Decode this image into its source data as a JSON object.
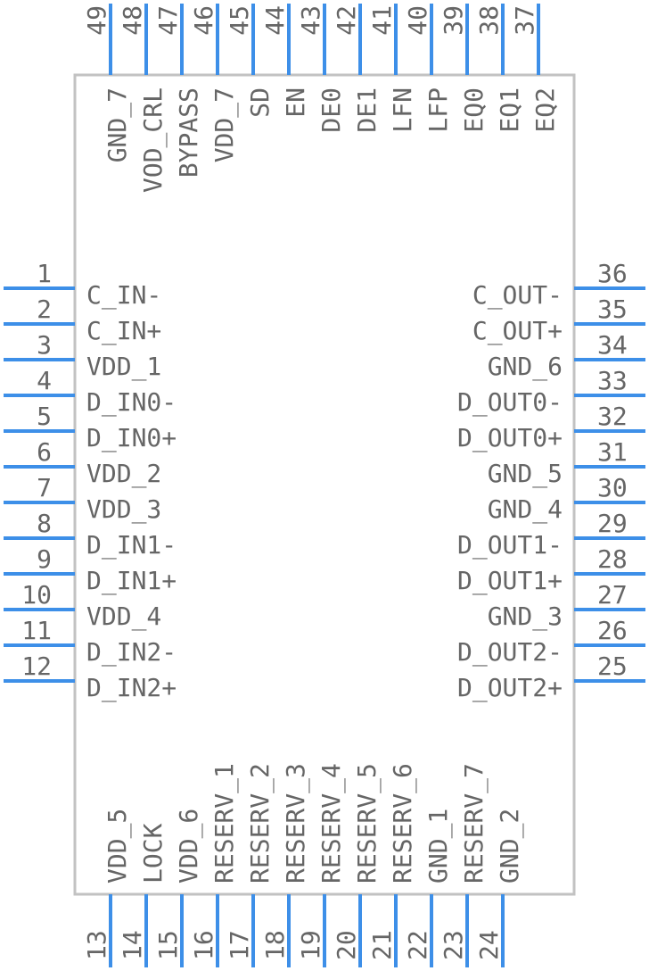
{
  "component": {
    "left_pins": [
      {
        "number": "1",
        "label": "C_IN-"
      },
      {
        "number": "2",
        "label": "C_IN+"
      },
      {
        "number": "3",
        "label": "VDD_1"
      },
      {
        "number": "4",
        "label": "D_IN0-"
      },
      {
        "number": "5",
        "label": "D_IN0+"
      },
      {
        "number": "6",
        "label": "VDD_2"
      },
      {
        "number": "7",
        "label": "VDD_3"
      },
      {
        "number": "8",
        "label": "D_IN1-"
      },
      {
        "number": "9",
        "label": "D_IN1+"
      },
      {
        "number": "10",
        "label": "VDD_4"
      },
      {
        "number": "11",
        "label": "D_IN2-"
      },
      {
        "number": "12",
        "label": "D_IN2+"
      }
    ],
    "right_pins": [
      {
        "number": "36",
        "label": "C_OUT-"
      },
      {
        "number": "35",
        "label": "C_OUT+"
      },
      {
        "number": "34",
        "label": "GND_6"
      },
      {
        "number": "33",
        "label": "D_OUT0-"
      },
      {
        "number": "32",
        "label": "D_OUT0+"
      },
      {
        "number": "31",
        "label": "GND_5"
      },
      {
        "number": "30",
        "label": "GND_4"
      },
      {
        "number": "29",
        "label": "D_OUT1-"
      },
      {
        "number": "28",
        "label": "D_OUT1+"
      },
      {
        "number": "27",
        "label": "GND_3"
      },
      {
        "number": "26",
        "label": "D_OUT2-"
      },
      {
        "number": "25",
        "label": "D_OUT2+"
      }
    ],
    "top_pins": [
      {
        "number": "49",
        "label": "GND_7"
      },
      {
        "number": "48",
        "label": "VOD_CRL"
      },
      {
        "number": "47",
        "label": "BYPASS"
      },
      {
        "number": "46",
        "label": "VDD_7"
      },
      {
        "number": "45",
        "label": "SD"
      },
      {
        "number": "44",
        "label": "EN"
      },
      {
        "number": "43",
        "label": "DE0"
      },
      {
        "number": "42",
        "label": "DE1"
      },
      {
        "number": "41",
        "label": "LFN"
      },
      {
        "number": "40",
        "label": "LFP"
      },
      {
        "number": "39",
        "label": "EQ0"
      },
      {
        "number": "38",
        "label": "EQ1"
      },
      {
        "number": "37",
        "label": "EQ2"
      }
    ],
    "bottom_pins": [
      {
        "number": "13",
        "label": "VDD_5"
      },
      {
        "number": "14",
        "label": "LOCK"
      },
      {
        "number": "15",
        "label": "VDD_6"
      },
      {
        "number": "16",
        "label": "RESERV_1"
      },
      {
        "number": "17",
        "label": "RESERV_2"
      },
      {
        "number": "18",
        "label": "RESERV_3"
      },
      {
        "number": "19",
        "label": "RESERV_4"
      },
      {
        "number": "20",
        "label": "RESERV_5"
      },
      {
        "number": "21",
        "label": "RESERV_6"
      },
      {
        "number": "22",
        "label": "GND_1"
      },
      {
        "number": "23",
        "label": "RESERV_7"
      },
      {
        "number": "24",
        "label": "GND_2"
      }
    ],
    "pin_color": "#3d8fe8",
    "body_outline_color": "#c2c2c2",
    "text_color": "#666666"
  }
}
